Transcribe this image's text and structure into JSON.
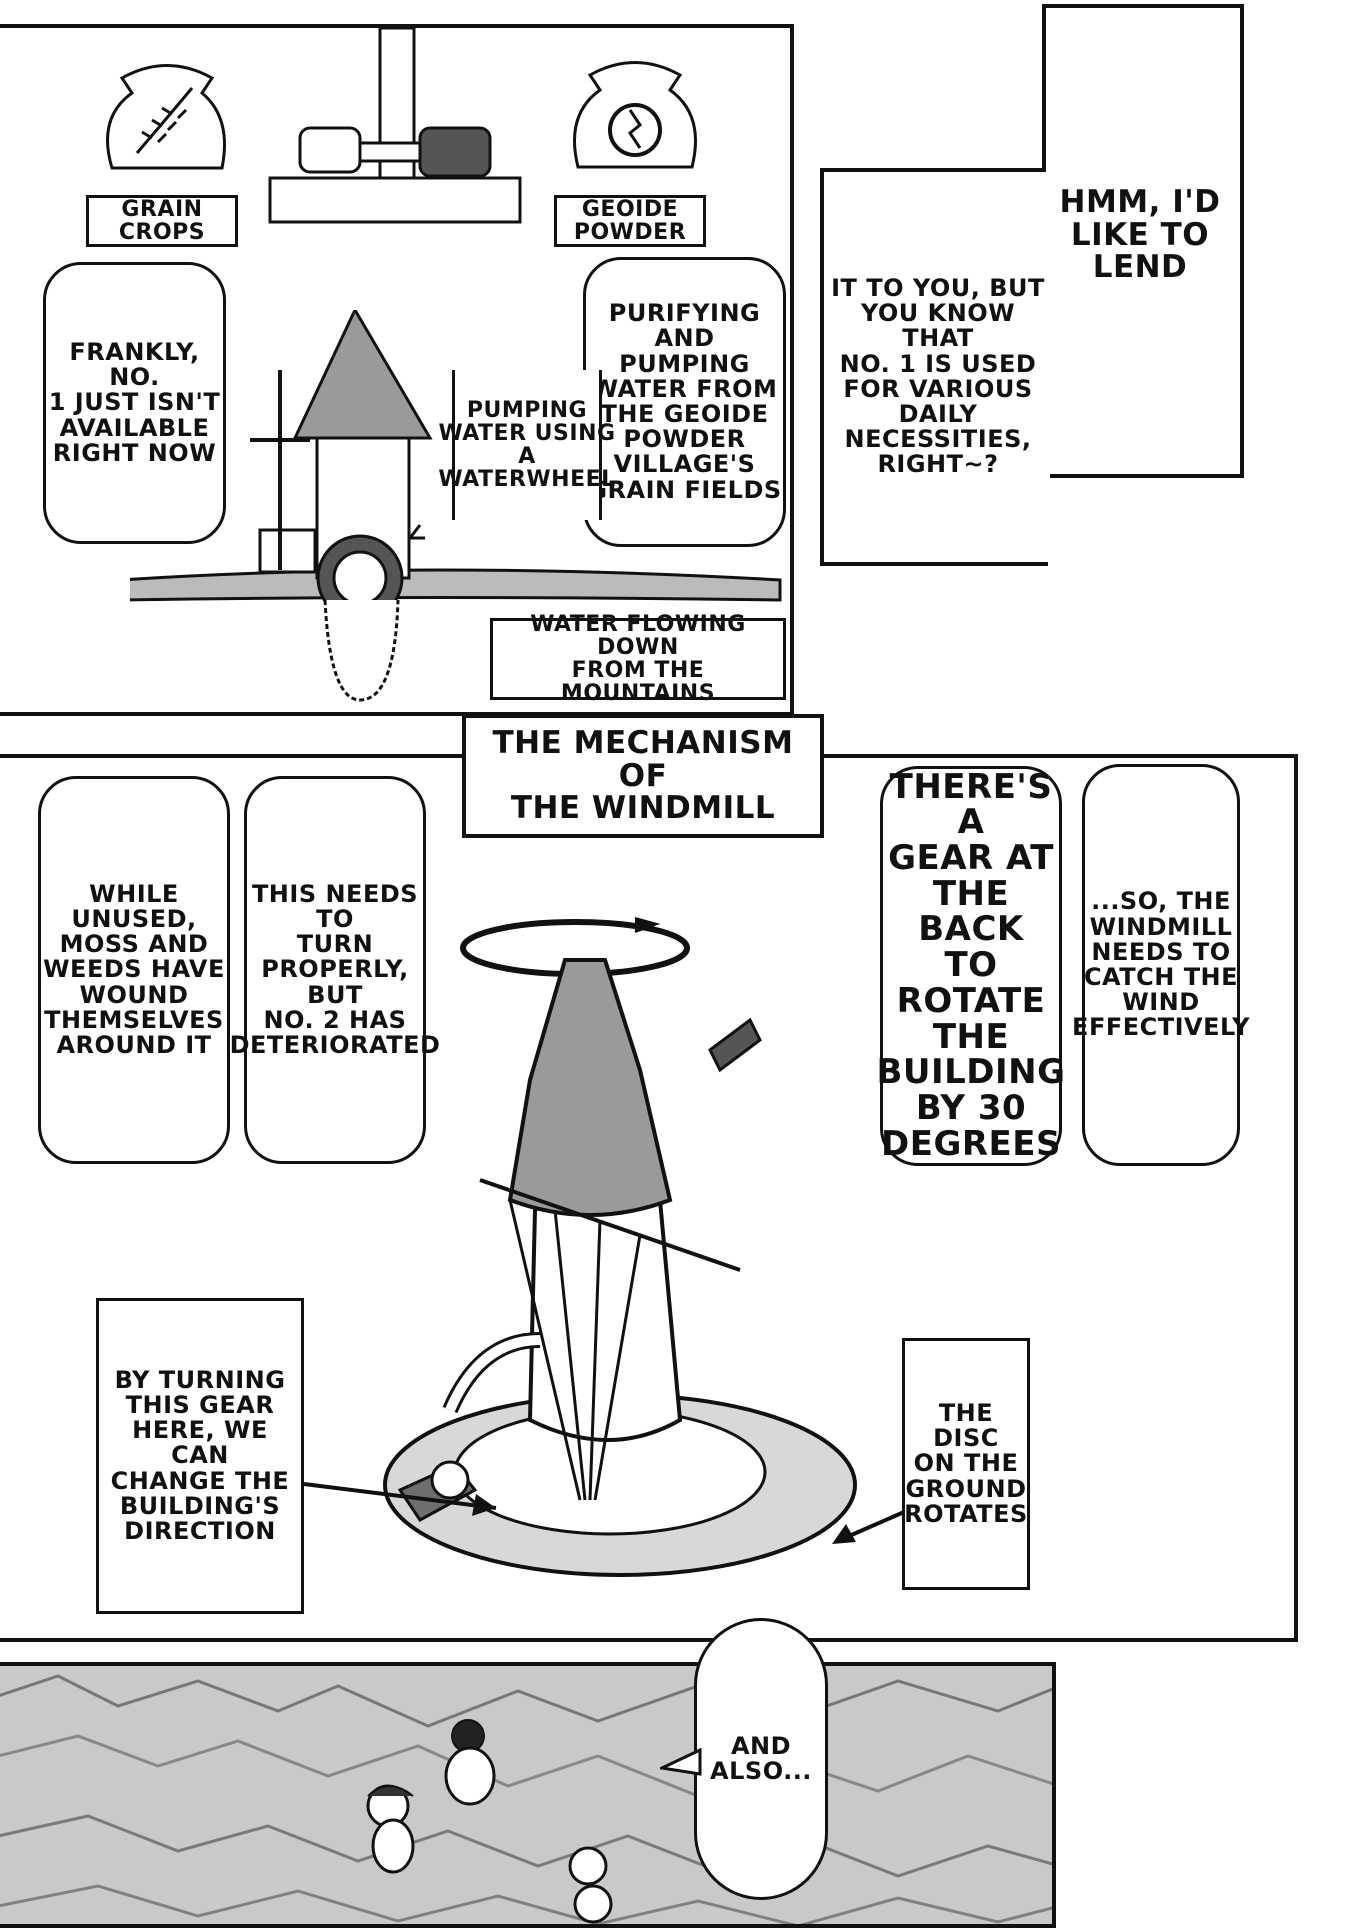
{
  "top_left_panel": {
    "grain_label": "GRAIN\nCROPS",
    "geoide_label": "GEOIDE\nPOWDER",
    "frankly_bubble": "FRANKLY, NO.\n1 JUST ISN'T\nAVAILABLE\nRIGHT NOW",
    "purifying_bubble": "PURIFYING AND\nPUMPING\nWATER FROM\nTHE GEOIDE\nPOWDER\nVILLAGE'S\nGRAIN FIELDS",
    "pumping_note": "PUMPING\nWATER USING\nA\nWATERWHEEL",
    "water_note": "WATER FLOWING DOWN\nFROM THE MOUNTAINS"
  },
  "top_right_panel": {
    "hmm_text": "HMM, I'D\nLIKE TO\nLEND",
    "lend_text": "IT TO YOU, BUT\nYOU KNOW THAT\nNO. 1 IS USED\nFOR VARIOUS\nDAILY\nNECESSITIES,\nRIGHT~?"
  },
  "middle_panel": {
    "title": "THE MECHANISM OF\nTHE WINDMILL",
    "moss_bubble": "WHILE\nUNUSED,\nMOSS AND\nWEEDS HAVE\nWOUND\nTHEMSELVES\nAROUND IT",
    "turn_bubble": "THIS NEEDS TO\nTURN\nPROPERLY, BUT\nNO. 2 HAS\nDETERIORATED",
    "gear_bubble": "THERE'S A\nGEAR AT\nTHE BACK\nTO\nROTATE\nTHE\nBUILDING\nBY 30\nDEGREES",
    "wind_bubble": "...SO, THE\nWINDMILL\nNEEDS TO\nCATCH THE\nWIND\nEFFECTIVELY",
    "turning_note": "BY TURNING\nTHIS GEAR\nHERE, WE CAN\nCHANGE THE\nBUILDING'S\nDIRECTION",
    "disc_note": "THE DISC\nON THE\nGROUND\nROTATES"
  },
  "bottom_panel": {
    "also_bubble": "AND\nALSO..."
  },
  "colors": {
    "ink": "#111111",
    "paper": "#ffffff",
    "tone": "#9a9a9a",
    "tone_dark": "#6e6e6e",
    "grass": "#cfcfcf"
  }
}
